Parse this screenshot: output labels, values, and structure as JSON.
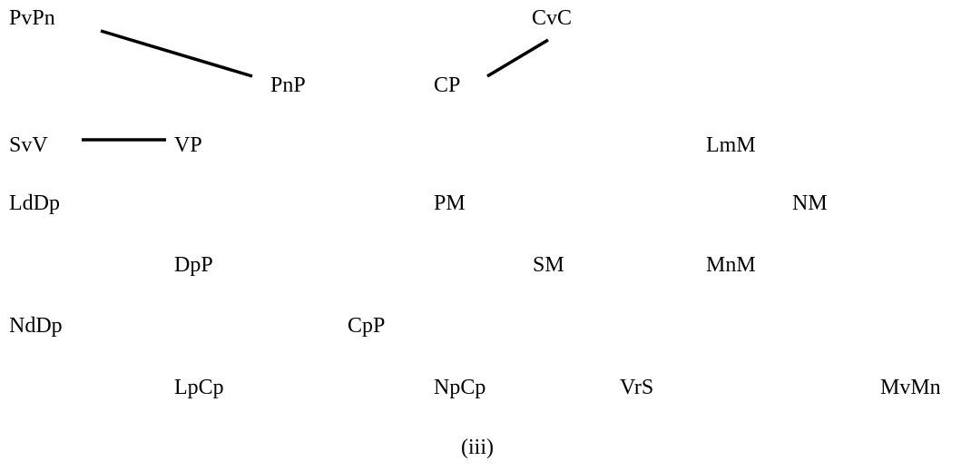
{
  "diagram": {
    "nodes": [
      {
        "id": "pvpn",
        "label": "PvPn"
      },
      {
        "id": "cvc",
        "label": "CvC"
      },
      {
        "id": "pnp",
        "label": "PnP"
      },
      {
        "id": "cp",
        "label": "CP"
      },
      {
        "id": "svv",
        "label": "SvV"
      },
      {
        "id": "vp",
        "label": "VP"
      },
      {
        "id": "lmm",
        "label": "LmM"
      },
      {
        "id": "lddp",
        "label": "LdDp"
      },
      {
        "id": "pm",
        "label": "PM"
      },
      {
        "id": "nm",
        "label": "NM"
      },
      {
        "id": "dpp",
        "label": "DpP"
      },
      {
        "id": "sm",
        "label": "SM"
      },
      {
        "id": "mnm",
        "label": "MnM"
      },
      {
        "id": "nddp",
        "label": "NdDp"
      },
      {
        "id": "cpp",
        "label": "CpP"
      },
      {
        "id": "lpcp",
        "label": "LpCp"
      },
      {
        "id": "npcp",
        "label": "NpCp"
      },
      {
        "id": "vrs",
        "label": "VrS"
      },
      {
        "id": "mvmn",
        "label": "MvMn"
      }
    ],
    "edges": [
      {
        "from": "PvPn",
        "to": "PnP"
      },
      {
        "from": "CP",
        "to": "CvC"
      },
      {
        "from": "SvV",
        "to": "VP"
      }
    ],
    "caption": "(iii)"
  }
}
